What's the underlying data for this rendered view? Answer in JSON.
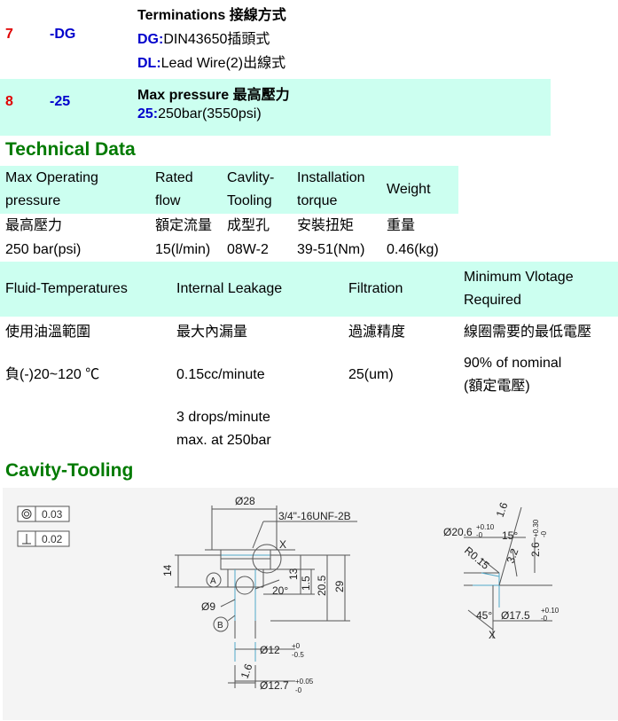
{
  "options": [
    {
      "number": "7",
      "code": "-DG",
      "title": "Terminations 接線方式",
      "items": [
        {
          "code": "DG",
          "text": "DIN43650插頭式"
        },
        {
          "code": "DL",
          "text": "Lead Wire(2)出線式"
        }
      ]
    },
    {
      "number": "8",
      "code": "-25",
      "title": "Max pressure 最高壓力",
      "items": [
        {
          "code": "25",
          "text": "250bar(3550psi)"
        }
      ]
    }
  ],
  "technical_data": {
    "heading": "Technical Data",
    "table1": {
      "headers": [
        [
          "Max Operating",
          "pressure"
        ],
        [
          "Rated",
          "flow"
        ],
        [
          "Cavlity-",
          "Tooling"
        ],
        [
          "Installation",
          "torque"
        ],
        [
          "Weight"
        ]
      ],
      "chinese": [
        "最高壓力",
        "額定流量",
        "成型孔",
        "安裝扭矩",
        "重量"
      ],
      "values": [
        "250 bar(psi)",
        "15(l/min)",
        "08W-2",
        "39-51(Nm)",
        "0.46(kg)"
      ]
    },
    "table2": {
      "headers": [
        [
          "Fluid-Temperatures"
        ],
        [
          "Internal Leakage"
        ],
        [
          "Filtration"
        ],
        [
          "Minimum Vlotage",
          "Required"
        ]
      ],
      "chinese": [
        "使用油溫範圍",
        "最大內漏量",
        "過濾精度",
        "線圈需要的最低電壓"
      ],
      "values": [
        [
          "負(-)20~120 ℃"
        ],
        [
          "0.15cc/minute"
        ],
        [
          "25(um)"
        ],
        [
          "90% of nominal",
          "(額定電壓)"
        ]
      ],
      "extra": [
        "3 drops/minute",
        "max. at 250bar"
      ]
    }
  },
  "cavity": {
    "heading": "Cavity-Tooling",
    "tolerances": [
      "0.03",
      "0.02"
    ],
    "dims": {
      "d28": "Ø28",
      "thread": "3/4\"-16UNF-2B",
      "x": "X",
      "d14": "14",
      "d13": "13",
      "d15": "1.5",
      "d205": "20.5",
      "d29": "29",
      "angle20": "20°",
      "d9": "Ø9",
      "a": "A",
      "b": "B",
      "d12": "Ø12",
      "d12tol_up": "+0",
      "d12tol_dn": "-0.5",
      "d16": "1.6",
      "d127": "Ø12.7",
      "d127tol_up": "+0.05",
      "d127tol_dn": "-0",
      "d206": "Ø20.6",
      "d206tol_up": "+0.10",
      "d206tol_dn": "-0",
      "r16": "1.6",
      "a15": "15°",
      "r015": "R0.15",
      "d32": "3.2",
      "d26": "2.6",
      "d26tol_up": "+0.30",
      "d26tol_dn": "-0",
      "a45": "45°",
      "d175": "Ø17.5",
      "d175tol_up": "+0.10",
      "d175tol_dn": "-0",
      "x2": "X"
    }
  }
}
